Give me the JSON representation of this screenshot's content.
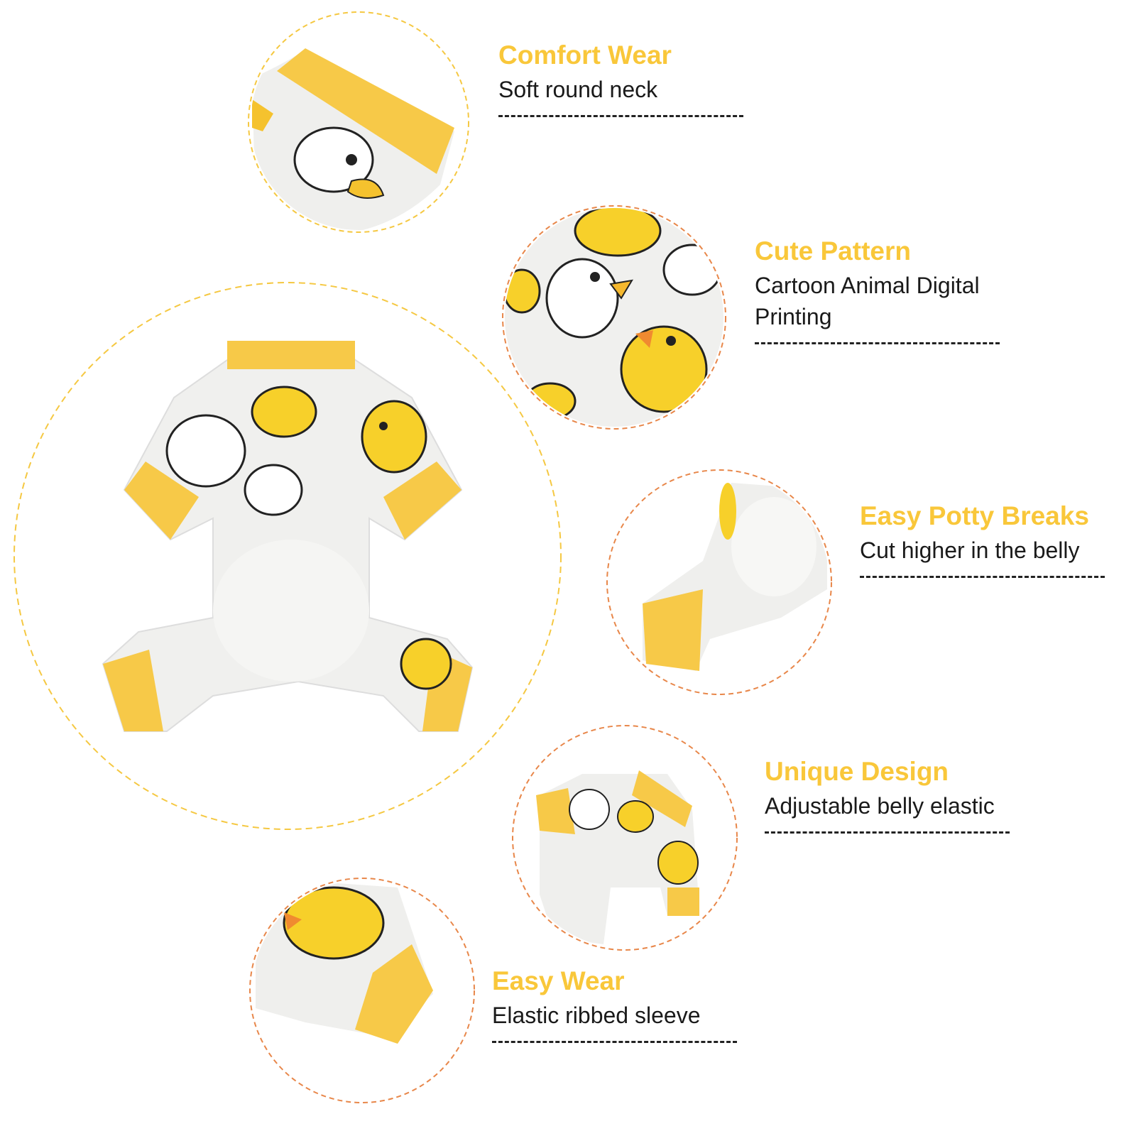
{
  "colors": {
    "accent": "#f9c73a",
    "text": "#1a1a1a",
    "circle_yellow": "#f5c842",
    "circle_orange": "#e8874a"
  },
  "features": [
    {
      "title": "Comfort Wear",
      "subtitle": "Soft round neck"
    },
    {
      "title": "Cute Pattern",
      "subtitle": "Cartoon Animal Digital Printing"
    },
    {
      "title": "Easy Potty Breaks",
      "subtitle": "Cut higher in the belly"
    },
    {
      "title": "Unique Design",
      "subtitle": "Adjustable belly elastic"
    },
    {
      "title": "Easy Wear",
      "subtitle": "Elastic ribbed sleeve"
    }
  ]
}
